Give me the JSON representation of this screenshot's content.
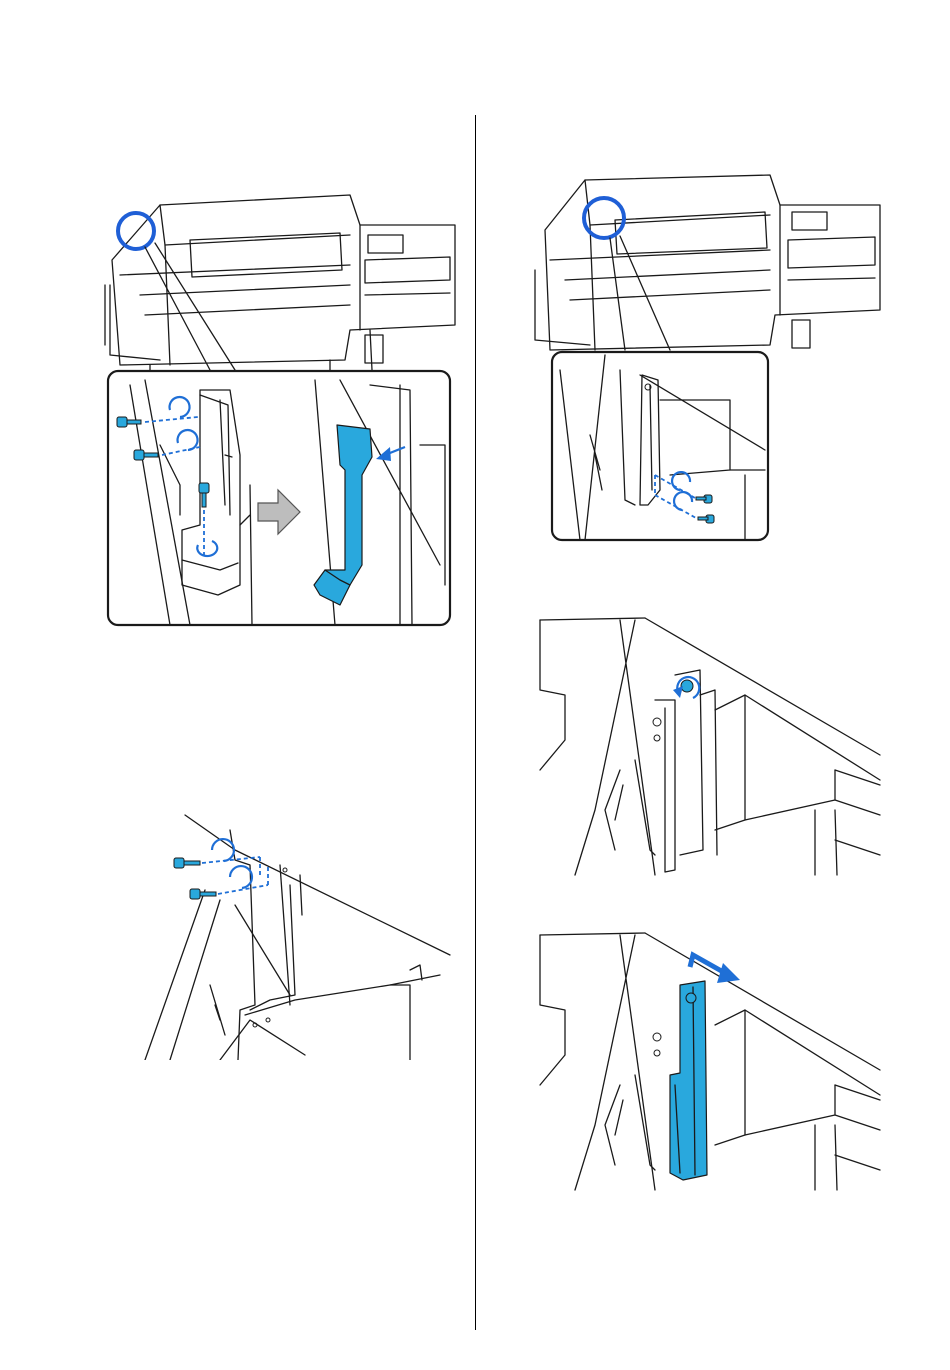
{
  "figures": [
    {
      "id": "fig-remove-bracket",
      "icons": [
        "printer-overview",
        "zoom-callout",
        "screw-icon",
        "next-step-arrow",
        "highlighted-bracket"
      ]
    },
    {
      "id": "fig-left-screws",
      "icons": [
        "screw-icon",
        "rotate-arrow-icon"
      ]
    },
    {
      "id": "fig-printer-detail-right",
      "icons": [
        "printer-overview",
        "zoom-callout",
        "screw-icon"
      ]
    },
    {
      "id": "fig-tighten-screw",
      "icons": [
        "rotate-arrow-icon"
      ]
    },
    {
      "id": "fig-slide-bracket",
      "icons": [
        "highlighted-bracket",
        "slide-arrow-icon"
      ]
    }
  ],
  "colors": {
    "highlight": "#29a8dd",
    "arrow": "#1f6fd6",
    "line": "#1a1a1a"
  }
}
